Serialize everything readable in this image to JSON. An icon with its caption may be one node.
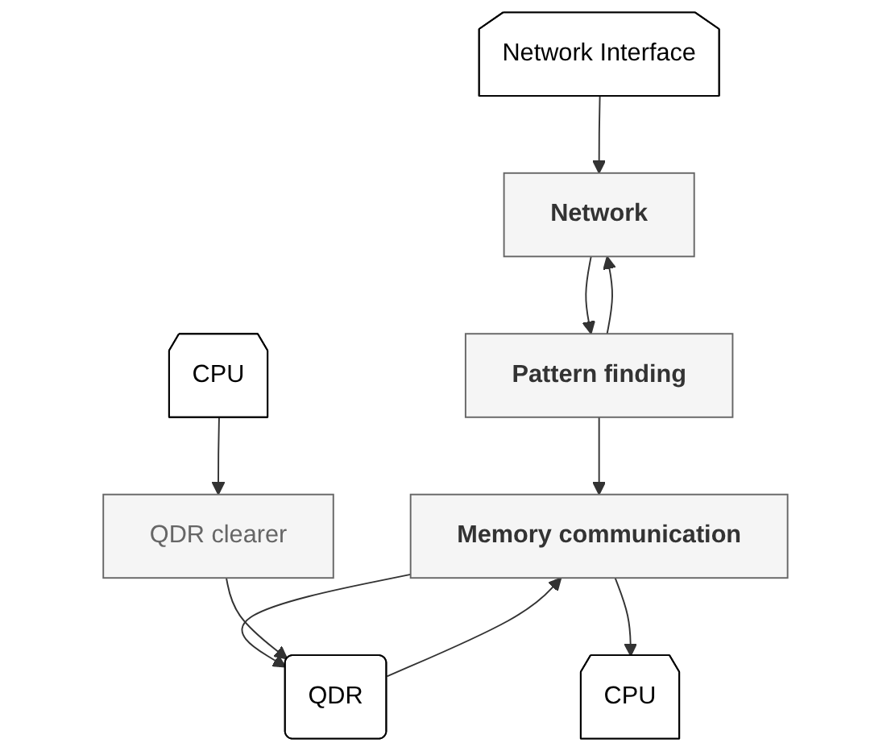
{
  "diagram": {
    "nodes": [
      {
        "text": [
          "Network Interface"
        ]
      },
      {
        "text": [
          "Network"
        ]
      },
      {
        "text": [
          "Pattern finding"
        ]
      },
      {
        "text": [
          "CPU"
        ]
      },
      {
        "text": [
          "Memory communication"
        ]
      },
      {
        "text": [
          "QDR"
        ]
      },
      {
        "text": [
          "QDR clearer"
        ]
      },
      {
        "text": [
          "CPU"
        ]
      }
    ],
    "edges": [
      {
        "from": 0,
        "to": 1,
        "arrow": "to"
      },
      {
        "from": 1,
        "to": 2,
        "arrow": "to"
      },
      {
        "from": 2,
        "to": 1,
        "arrow": "to"
      },
      {
        "from": 3,
        "to": 6,
        "arrow": "to"
      },
      {
        "from": 2,
        "to": 4,
        "arrow": "to"
      },
      {
        "from": 4,
        "to": 5,
        "arrow": "to"
      },
      {
        "from": 5,
        "to": 4,
        "arrow": "to"
      },
      {
        "from": 6,
        "to": 5,
        "arrow": "to"
      },
      {
        "from": 4,
        "to": 7,
        "arrow": "to"
      }
    ]
  }
}
